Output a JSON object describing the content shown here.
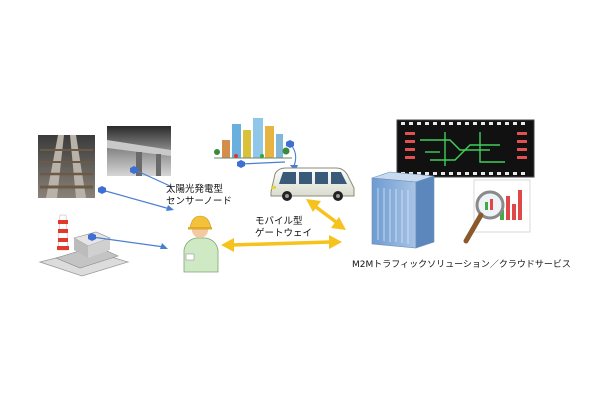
{
  "labels": {
    "sensor_node": [
      "太陽光発電型",
      "センサーノード"
    ],
    "mobile_gateway": [
      "モバイル型",
      "ゲートウェイ"
    ],
    "cloud_service": "M2Mトラフィックソリューション／クラウドサービス"
  },
  "colors": {
    "sensor_link": "#4a7fd0",
    "sensor_dot": "#3f6fd0",
    "gateway_link": "#f6c21c",
    "rack": "#7ea7d6",
    "van": "#eef0e6",
    "worker_shirt": "#cfe9c4",
    "worker_helmet": "#f3c23a"
  },
  "icons": {
    "railway": "railway-track-photo",
    "bridge": "highway-bridge-photo",
    "plant": "power-plant-icon",
    "city": "city-skyline-icon",
    "van": "van-icon",
    "worker": "worker-icon",
    "server": "server-rack-icon",
    "dashboard": "traffic-dashboard-icon",
    "analytics": "magnifier-analytics-icon"
  }
}
